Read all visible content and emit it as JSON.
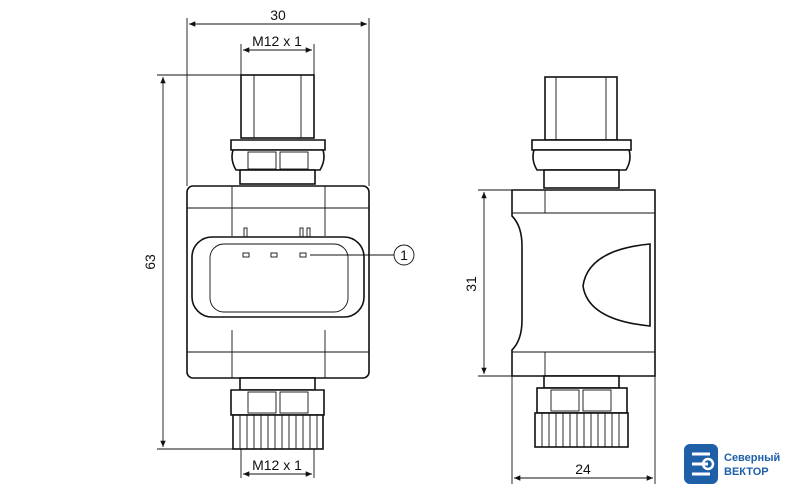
{
  "dimensions": {
    "overall_width": "30",
    "top_thread": "M12 x 1",
    "overall_height": "63",
    "side_height": "31",
    "side_width": "24",
    "bottom_thread": "M12 x 1"
  },
  "callout": {
    "number": "1"
  },
  "logo": {
    "line1": "Северный",
    "line2": "ВЕКТОР",
    "brand_color": "#1f5fa8"
  }
}
